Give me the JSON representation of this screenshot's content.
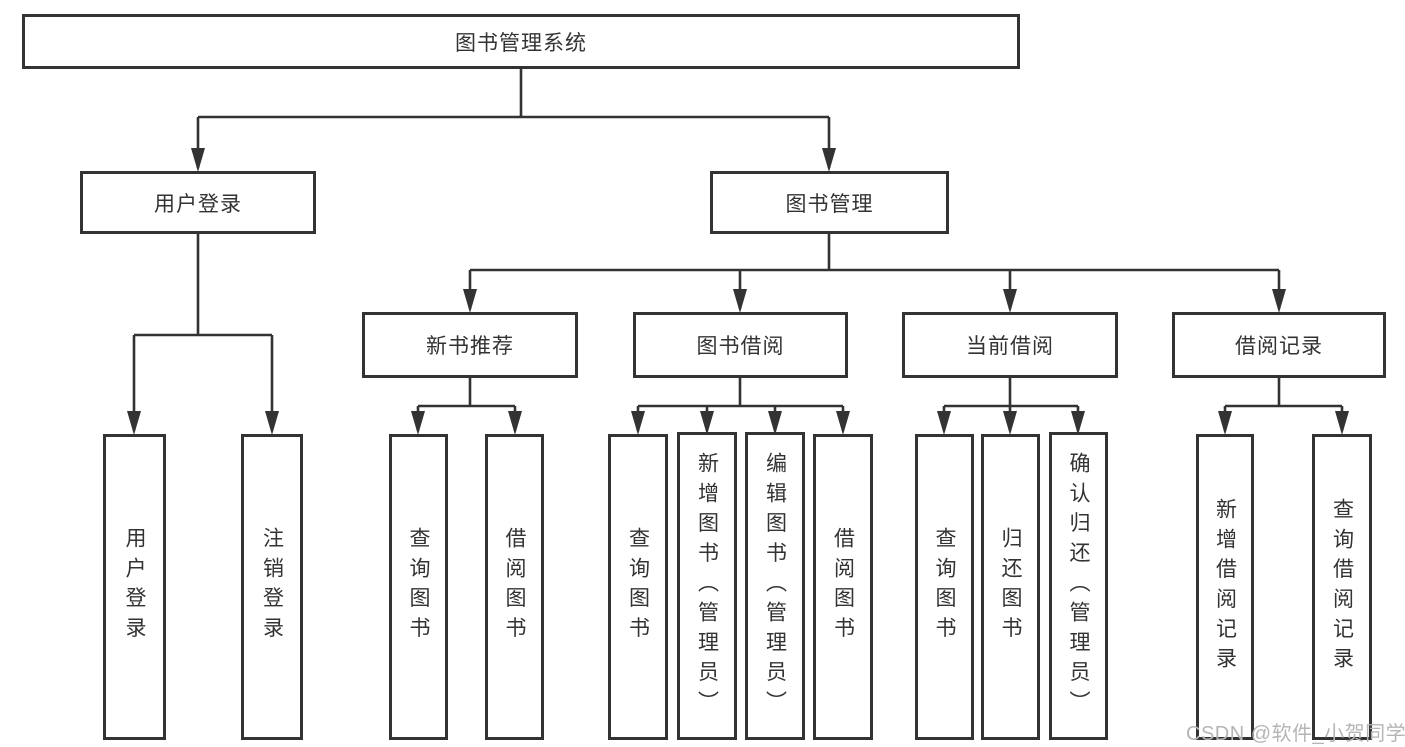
{
  "nodes": {
    "root": "图书管理系统",
    "user_login": "用户登录",
    "book_mgmt": "图书管理",
    "new_book_rec": "新书推荐",
    "book_borrow": "图书借阅",
    "current_borrow": "当前借阅",
    "borrow_records": "借阅记录",
    "leaves": {
      "ua_login": "用户登录",
      "ua_logout": "注销登录",
      "nb_query": "查询图书",
      "nb_borrow": "借阅图书",
      "bb_query": "查询图书",
      "bb_add": "新增图书（管理员）",
      "bb_edit": "编辑图书（管理员）",
      "bb_borrow": "借阅图书",
      "cb_query": "查询图书",
      "cb_return": "归还图书",
      "cb_confirm": "确认归还（管理员）",
      "br_add": "新增借阅记录",
      "br_query": "查询借阅记录"
    }
  },
  "watermark": "CSDN @软件_小贺同学",
  "colors": {
    "line": "#333333",
    "text": "#333333",
    "watermark": "#b5b5b5",
    "background": "#ffffff"
  }
}
